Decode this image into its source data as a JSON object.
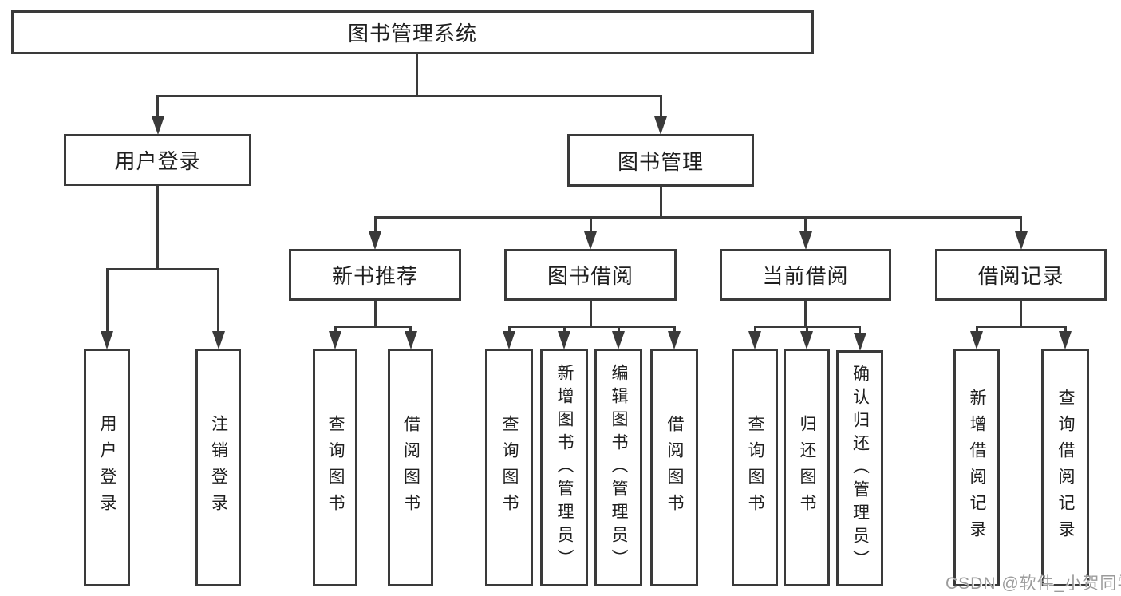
{
  "diagram_title": "图书管理系统",
  "watermark": "CSDN @软件_小贺同学",
  "colors": {
    "line": "#3a3a3a",
    "text": "#1f1f1f",
    "watermark": "#9b9b9b",
    "background": "#ffffff"
  },
  "nodes": [
    {
      "id": "root",
      "label": "图书管理系统",
      "parent": null
    },
    {
      "id": "user-login",
      "label": "用户登录",
      "parent": "root"
    },
    {
      "id": "book-mgmt",
      "label": "图书管理",
      "parent": "root"
    },
    {
      "id": "login",
      "label": "用户登录",
      "parent": "user-login"
    },
    {
      "id": "logout",
      "label": "注销登录",
      "parent": "user-login"
    },
    {
      "id": "new-book-rec",
      "label": "新书推荐",
      "parent": "book-mgmt"
    },
    {
      "id": "book-borrow",
      "label": "图书借阅",
      "parent": "book-mgmt"
    },
    {
      "id": "current-borrow",
      "label": "当前借阅",
      "parent": "book-mgmt"
    },
    {
      "id": "borrow-records",
      "label": "借阅记录",
      "parent": "book-mgmt"
    },
    {
      "id": "nbr-query",
      "label": "查询图书",
      "parent": "new-book-rec"
    },
    {
      "id": "nbr-borrow",
      "label": "借阅图书",
      "parent": "new-book-rec"
    },
    {
      "id": "bb-query",
      "label": "查询图书",
      "parent": "book-borrow"
    },
    {
      "id": "bb-add",
      "label": "新增图书（管理员）",
      "parent": "book-borrow"
    },
    {
      "id": "bb-edit",
      "label": "编辑图书（管理员）",
      "parent": "book-borrow"
    },
    {
      "id": "bb-borrow",
      "label": "借阅图书",
      "parent": "book-borrow"
    },
    {
      "id": "cb-query",
      "label": "查询图书",
      "parent": "current-borrow"
    },
    {
      "id": "cb-return",
      "label": "归还图书",
      "parent": "current-borrow"
    },
    {
      "id": "cb-confirm",
      "label": "确认归还（管理员）",
      "parent": "current-borrow"
    },
    {
      "id": "br-add",
      "label": "新增借阅记录",
      "parent": "borrow-records"
    },
    {
      "id": "br-query",
      "label": "查询借阅记录",
      "parent": "borrow-records"
    }
  ]
}
